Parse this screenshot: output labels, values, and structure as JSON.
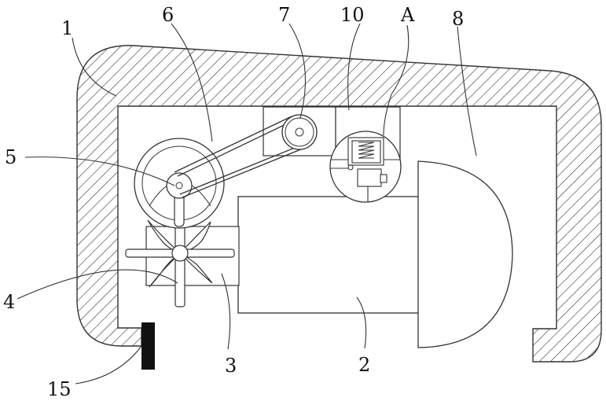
{
  "figure": {
    "labels": {
      "l1": "1",
      "l2": "2",
      "l3": "3",
      "l4": "4",
      "l5": "5",
      "l6": "6",
      "l7": "7",
      "l8": "8",
      "l10": "10",
      "lA": "A",
      "l15": "15"
    },
    "colors": {
      "line": "#333333",
      "hatch": "#333333",
      "fill": "#ffffff",
      "block": "#111111"
    }
  }
}
